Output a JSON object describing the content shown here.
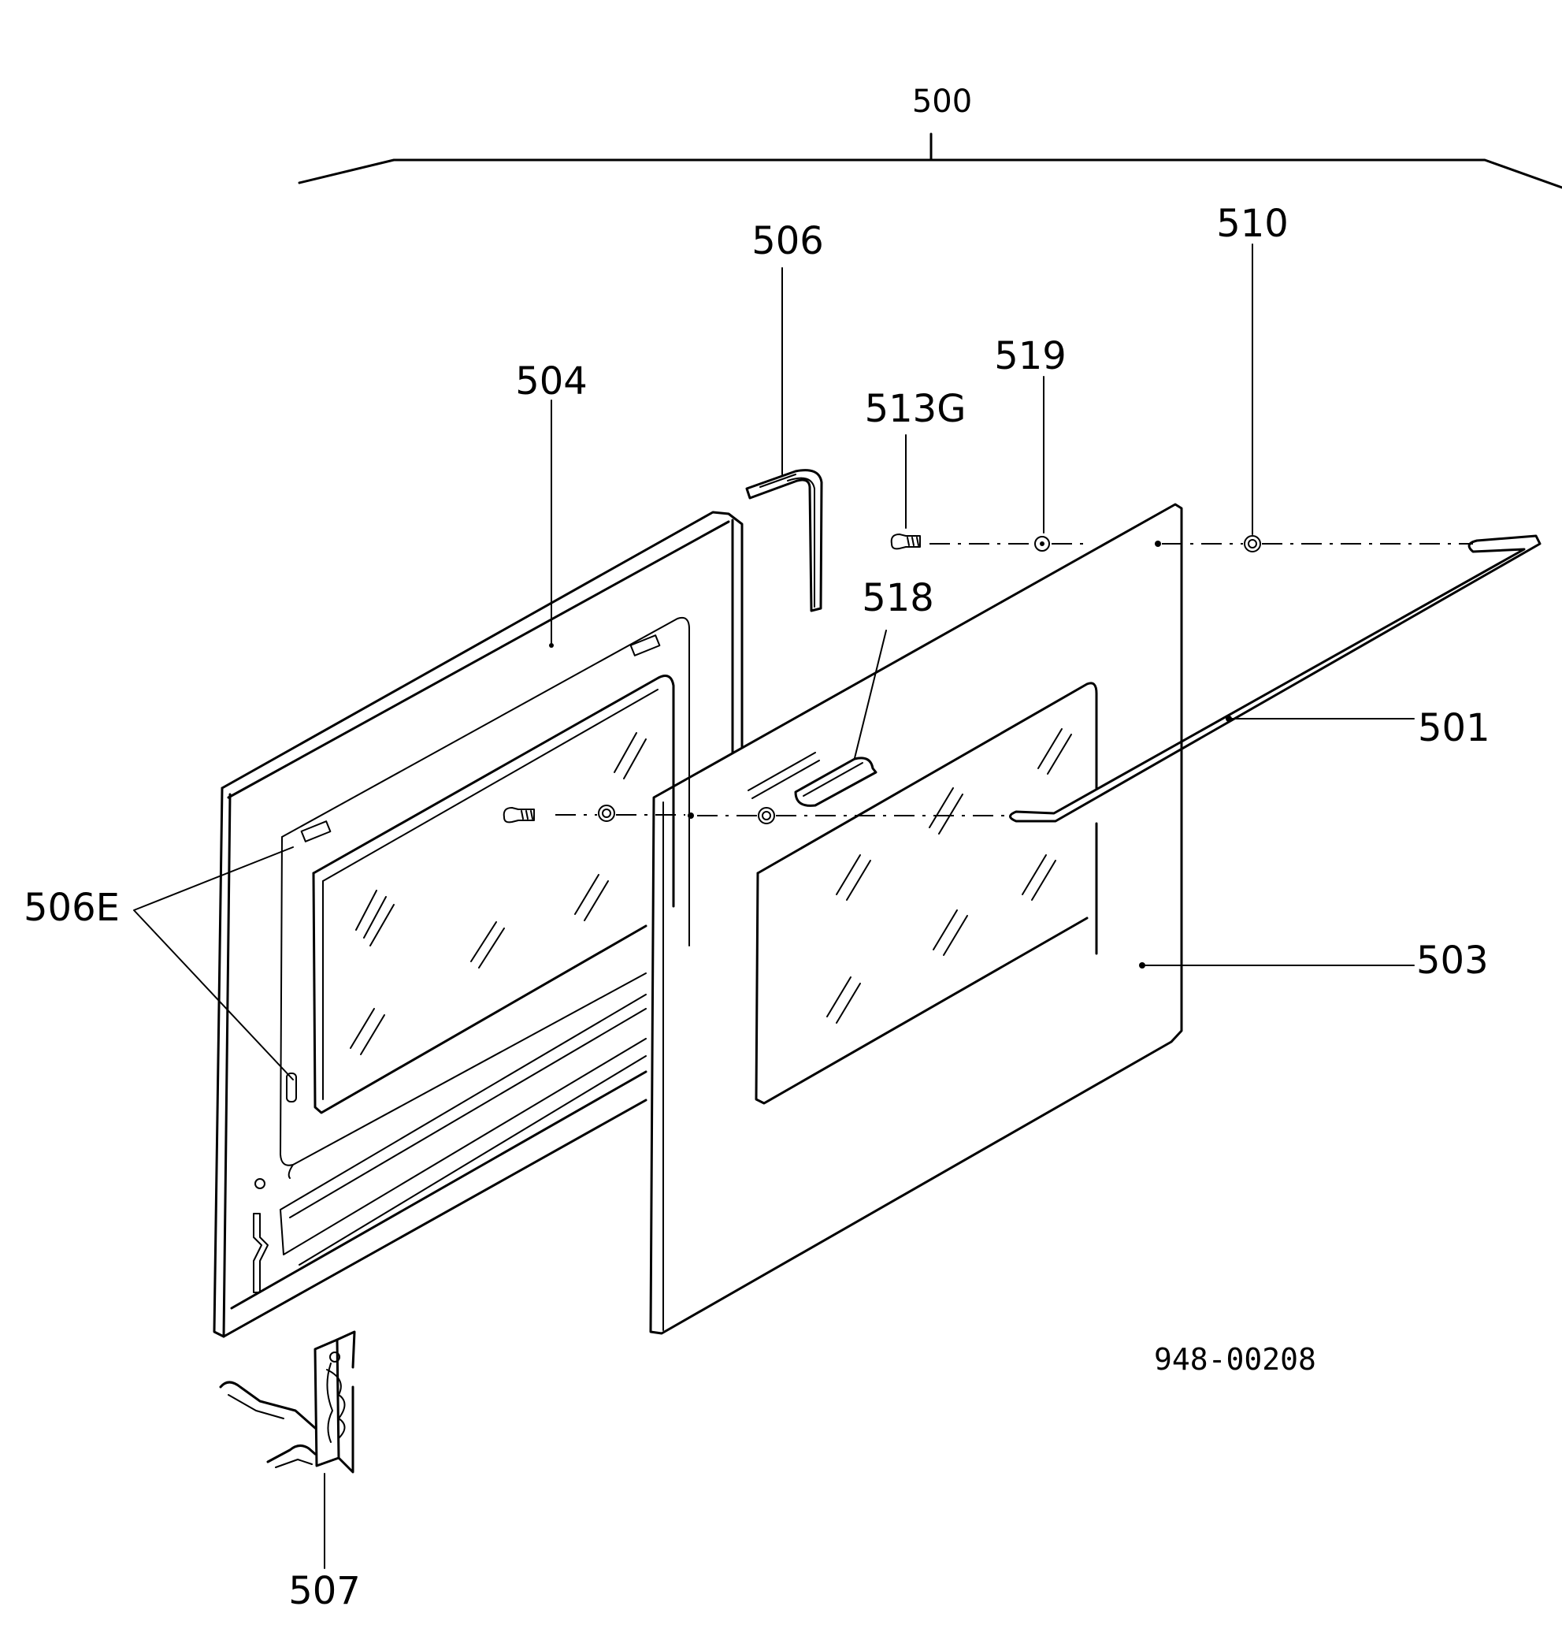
{
  "diagram": {
    "drawing_number": "948-00208",
    "part_labels": {
      "p500": "500",
      "p501": "501",
      "p503": "503",
      "p504": "504",
      "p506": "506",
      "p506e": "506E",
      "p507": "507",
      "p510": "510",
      "p513g": "513G",
      "p518": "518",
      "p519": "519"
    }
  }
}
